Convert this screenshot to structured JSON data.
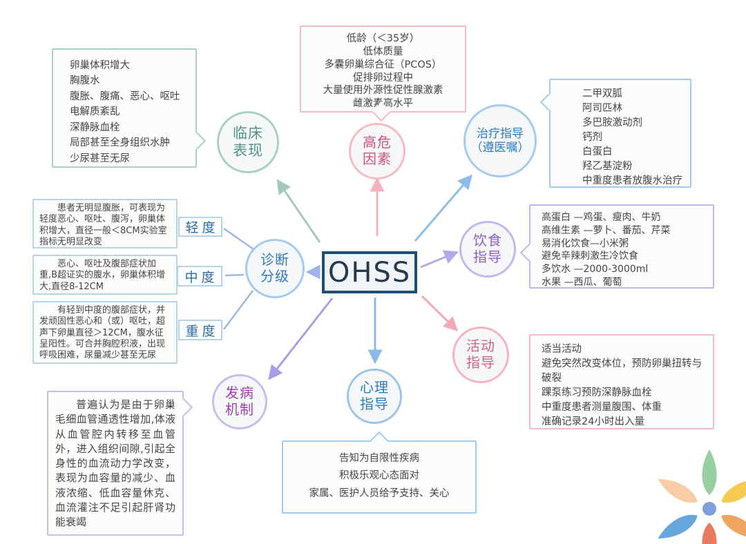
{
  "center": {
    "label": "OHSS"
  },
  "branches": {
    "clinical": {
      "node": [
        "临床",
        "表现"
      ],
      "items": [
        "卵巢体积增大",
        "胸腹水",
        "腹胀、腹痛、恶心、呕吐",
        "电解质紊乱",
        "深静脉血栓",
        "局部甚至全身组织水肿",
        "少尿甚至无尿"
      ]
    },
    "risk": {
      "node": [
        "高危",
        "因素"
      ],
      "items": [
        "低龄（＜35岁）",
        "低体质量",
        "多囊卵巢综合征（PCOS）",
        "促排卵过程中",
        "大量使用外源性促性腺激素",
        "雌激素高水平"
      ]
    },
    "treatment": {
      "node": [
        "治疗指导",
        "（遵医嘱）"
      ],
      "items": [
        "二甲双胍",
        "阿司匹林",
        "多巴胺激动剂",
        "钙剂",
        "白蛋白",
        "羟乙基淀粉",
        "中重度患者放腹水治疗"
      ]
    },
    "diagnosis": {
      "node": [
        "诊断",
        "分级"
      ],
      "grades": [
        {
          "grade": "轻度",
          "desc": "患者无明显腹胀，可表现为轻度恶心、呕吐、腹泻，卵巢体积增大，直径一般＜8CM实验室指标无明显改变"
        },
        {
          "grade": "中度",
          "desc": "恶心、呕吐及腹部症状加重,B超证实的腹水，卵巢体积增大,直径8-12CM"
        },
        {
          "grade": "重度",
          "desc": "有轻到中度的腹部症状，并发顽固性恶心和（或）呕吐，超声下卵巢直径＞12CM，腹水征呈阳性。可合并胸腔积液，出现呼吸困难，尿量减少甚至无尿"
        }
      ]
    },
    "diet": {
      "node": [
        "饮食",
        "指导"
      ],
      "items": [
        "高蛋白 —鸡蛋、瘦肉、牛奶",
        "高维生素 —萝卜、番茄、芹菜",
        "易消化饮食—小米粥",
        "避免辛辣刺激生冷饮食",
        "多饮水 —2000-3000ml",
        "水果 —西瓜、葡萄"
      ]
    },
    "activity": {
      "node": [
        "活动",
        "指导"
      ],
      "items": [
        "适当活动",
        "避免突然改变体位，预防卵巢扭转与破裂",
        "踝泵练习预防深静脉血栓",
        "中重度患者测量腹围、体重",
        "准确记录24小时出入量"
      ]
    },
    "psychology": {
      "node": [
        "心理",
        "指导"
      ],
      "items": [
        "告知为自限性疾病",
        "积极乐观心态面对",
        "家属、医护人员给予支持、关心"
      ]
    },
    "mechanism": {
      "node": [
        "发病",
        "机制"
      ],
      "text": "普遍认为是由于卵巢毛细血管通透性增加,体液从血管腔内转移至血管外，进入组织间隙,引起全身性的血流动力学改变，表现为血容量的减少、血液浓缩、低血容量休克、血流灌注不足引起肝肾功能衰竭"
    }
  },
  "palette": {
    "teal": "#a9cfc7",
    "teal_text": "#4f9288",
    "pink": "#f5bac2",
    "pink_text": "#c9537e",
    "blue": "#a3cbee",
    "blue_text": "#2d7bbd",
    "purple": "#c2b6ee",
    "purple_text": "#8e5fc0",
    "violet_text": "#a040b0",
    "rose_text": "#d4608a",
    "navy": "#1d4f70"
  },
  "logo": {
    "petal_colors": [
      "#98cfa0",
      "#f5ca52",
      "#efa45f",
      "#ea7a5f",
      "#68a7dc",
      "#f6cda4"
    ],
    "center_color": "#7f9fd6"
  }
}
